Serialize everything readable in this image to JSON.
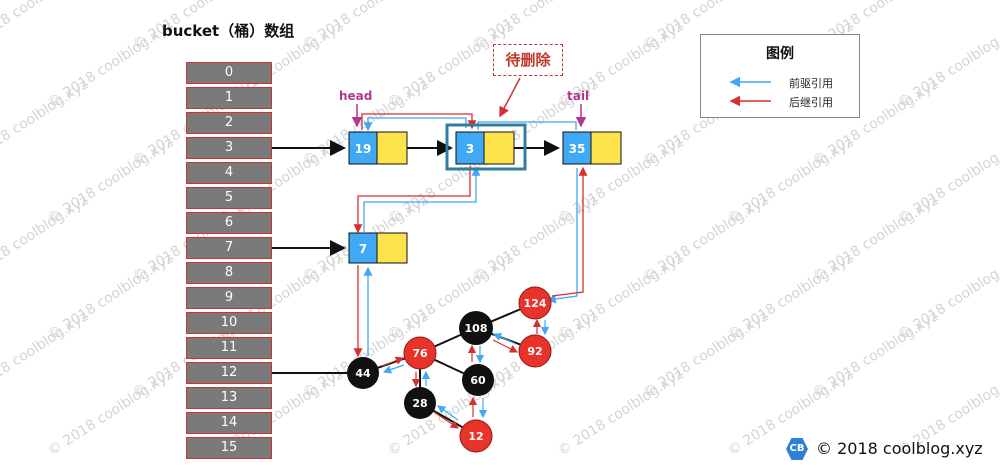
{
  "title": "bucket（桶）数组",
  "buckets": [
    "0",
    "1",
    "2",
    "3",
    "4",
    "5",
    "6",
    "7",
    "8",
    "9",
    "10",
    "11",
    "12",
    "13",
    "14",
    "15"
  ],
  "labels": {
    "head": "head",
    "tail": "tail",
    "to_delete": "待删除"
  },
  "list_nodes": [
    "19",
    "3",
    "35",
    "7"
  ],
  "tree_nodes": {
    "n124": "124",
    "n108": "108",
    "n92": "92",
    "n76": "76",
    "n60": "60",
    "n44": "44",
    "n28": "28",
    "n12": "12"
  },
  "legend": {
    "title": "图例",
    "prev_ref": "前驱引用",
    "next_ref": "后继引用"
  },
  "watermark": "© 2018 coolblog.xyz",
  "logo": {
    "badge": "CB",
    "text": "© 2018 coolblog.xyz"
  },
  "colors": {
    "bucket_fill": "#7a7a7a",
    "bucket_border": "#cc3333",
    "node_blue": "#3fa9f5",
    "node_yellow": "#ffe34d",
    "red_node": "#e8332a",
    "black_node": "#111111",
    "prev_arrow": "#3fa9f5",
    "next_arrow": "#d62f2f",
    "delete_highlight": "#2f7fa0"
  }
}
